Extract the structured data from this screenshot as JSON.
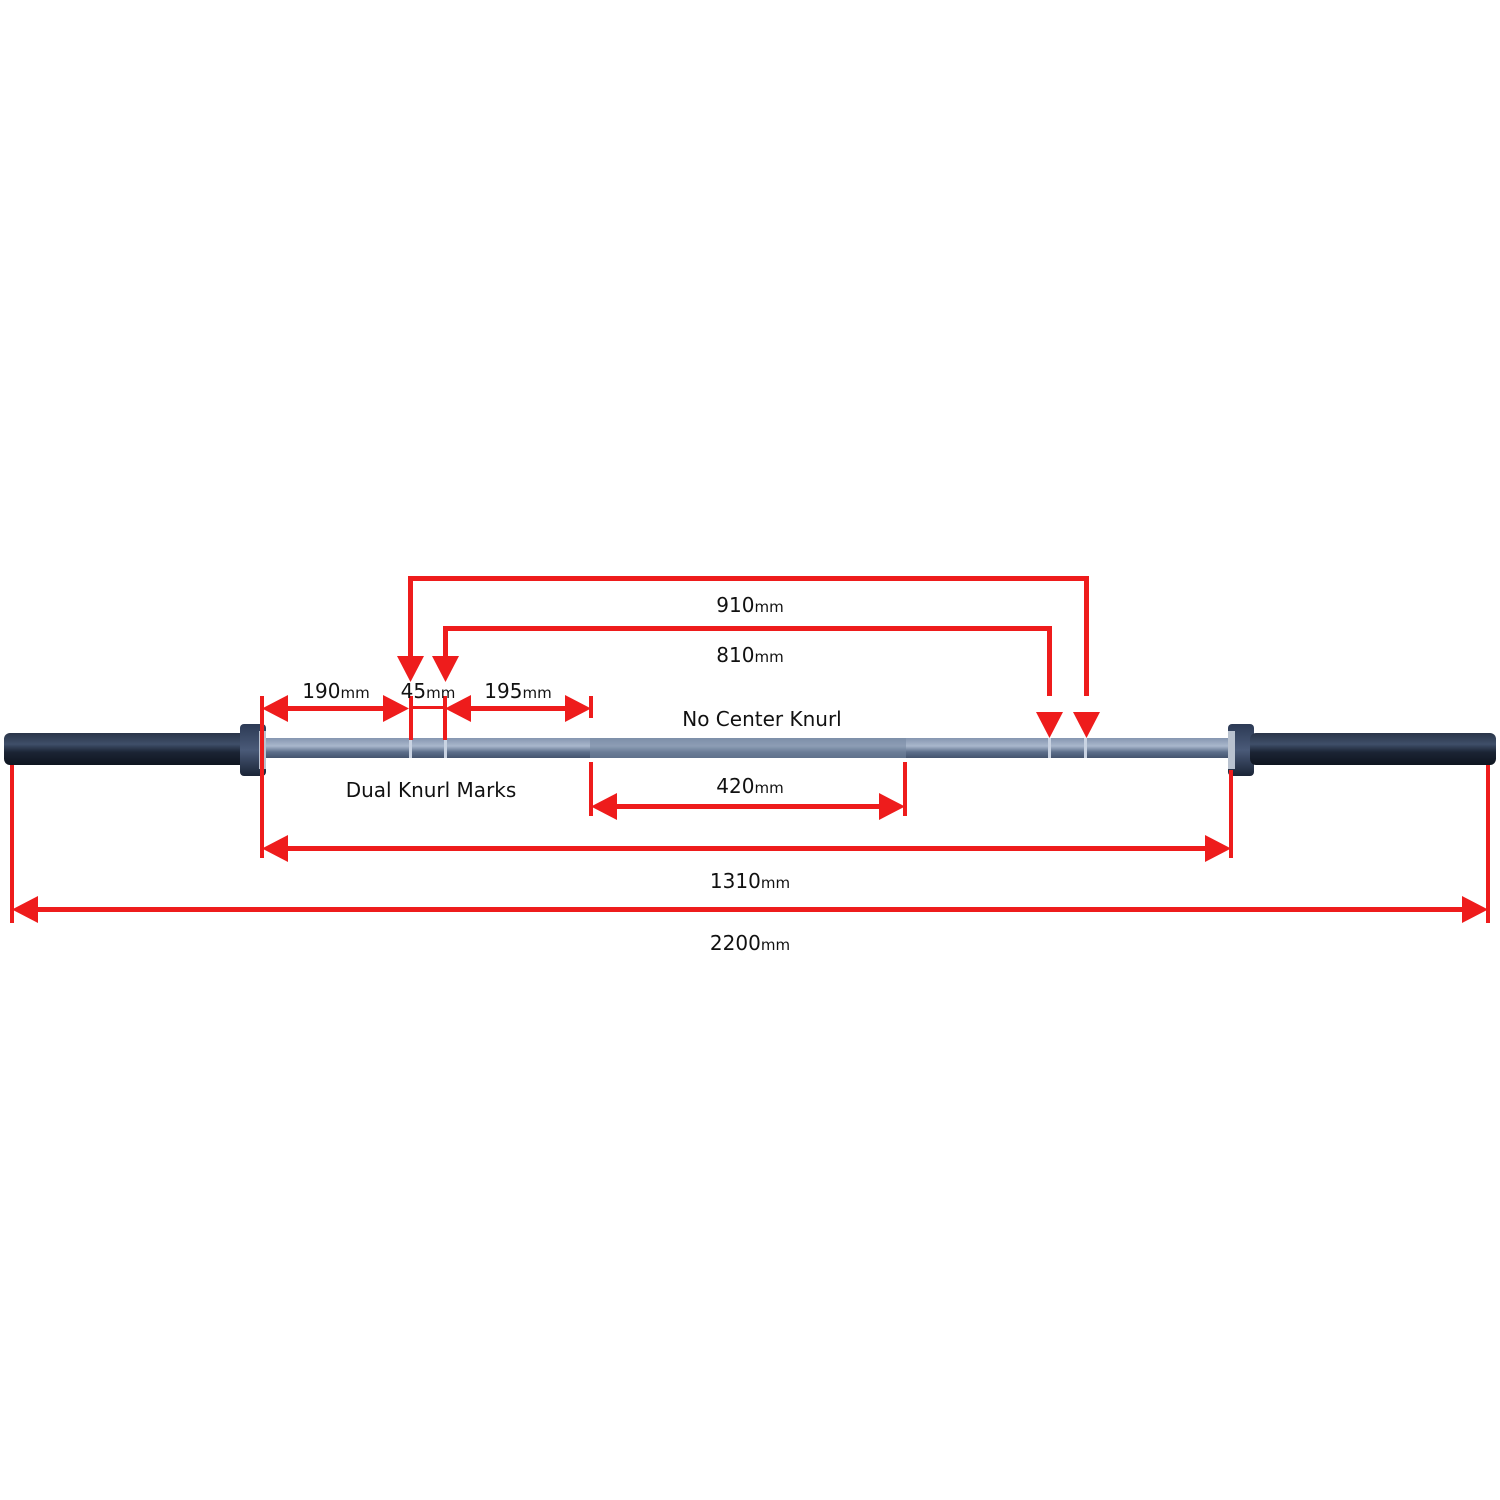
{
  "colors": {
    "arrow": "#ee1c1c",
    "sleeve": "#1c2535",
    "sleeve_highlight": "#3a4a63",
    "collar": "#24314a",
    "shaft": "#6b7d99",
    "shaft_highlight": "#a9b7cc",
    "background": "#ffffff"
  },
  "unit": "mm",
  "dimensions": {
    "total": {
      "value": "2200",
      "unit": "mm"
    },
    "inner": {
      "value": "1310",
      "unit": "mm"
    },
    "knurl_outer": {
      "value": "190",
      "unit": "mm"
    },
    "knurl_gap": {
      "value": "45",
      "unit": "mm"
    },
    "knurl_inner": {
      "value": "195",
      "unit": "mm"
    },
    "center_smooth": {
      "value": "420",
      "unit": "mm"
    },
    "mark_910": {
      "value": "910",
      "unit": "mm"
    },
    "mark_810": {
      "value": "810",
      "unit": "mm"
    }
  },
  "notes": {
    "no_center_knurl": "No Center Knurl",
    "dual_knurl_marks": "Dual Knurl Marks"
  }
}
